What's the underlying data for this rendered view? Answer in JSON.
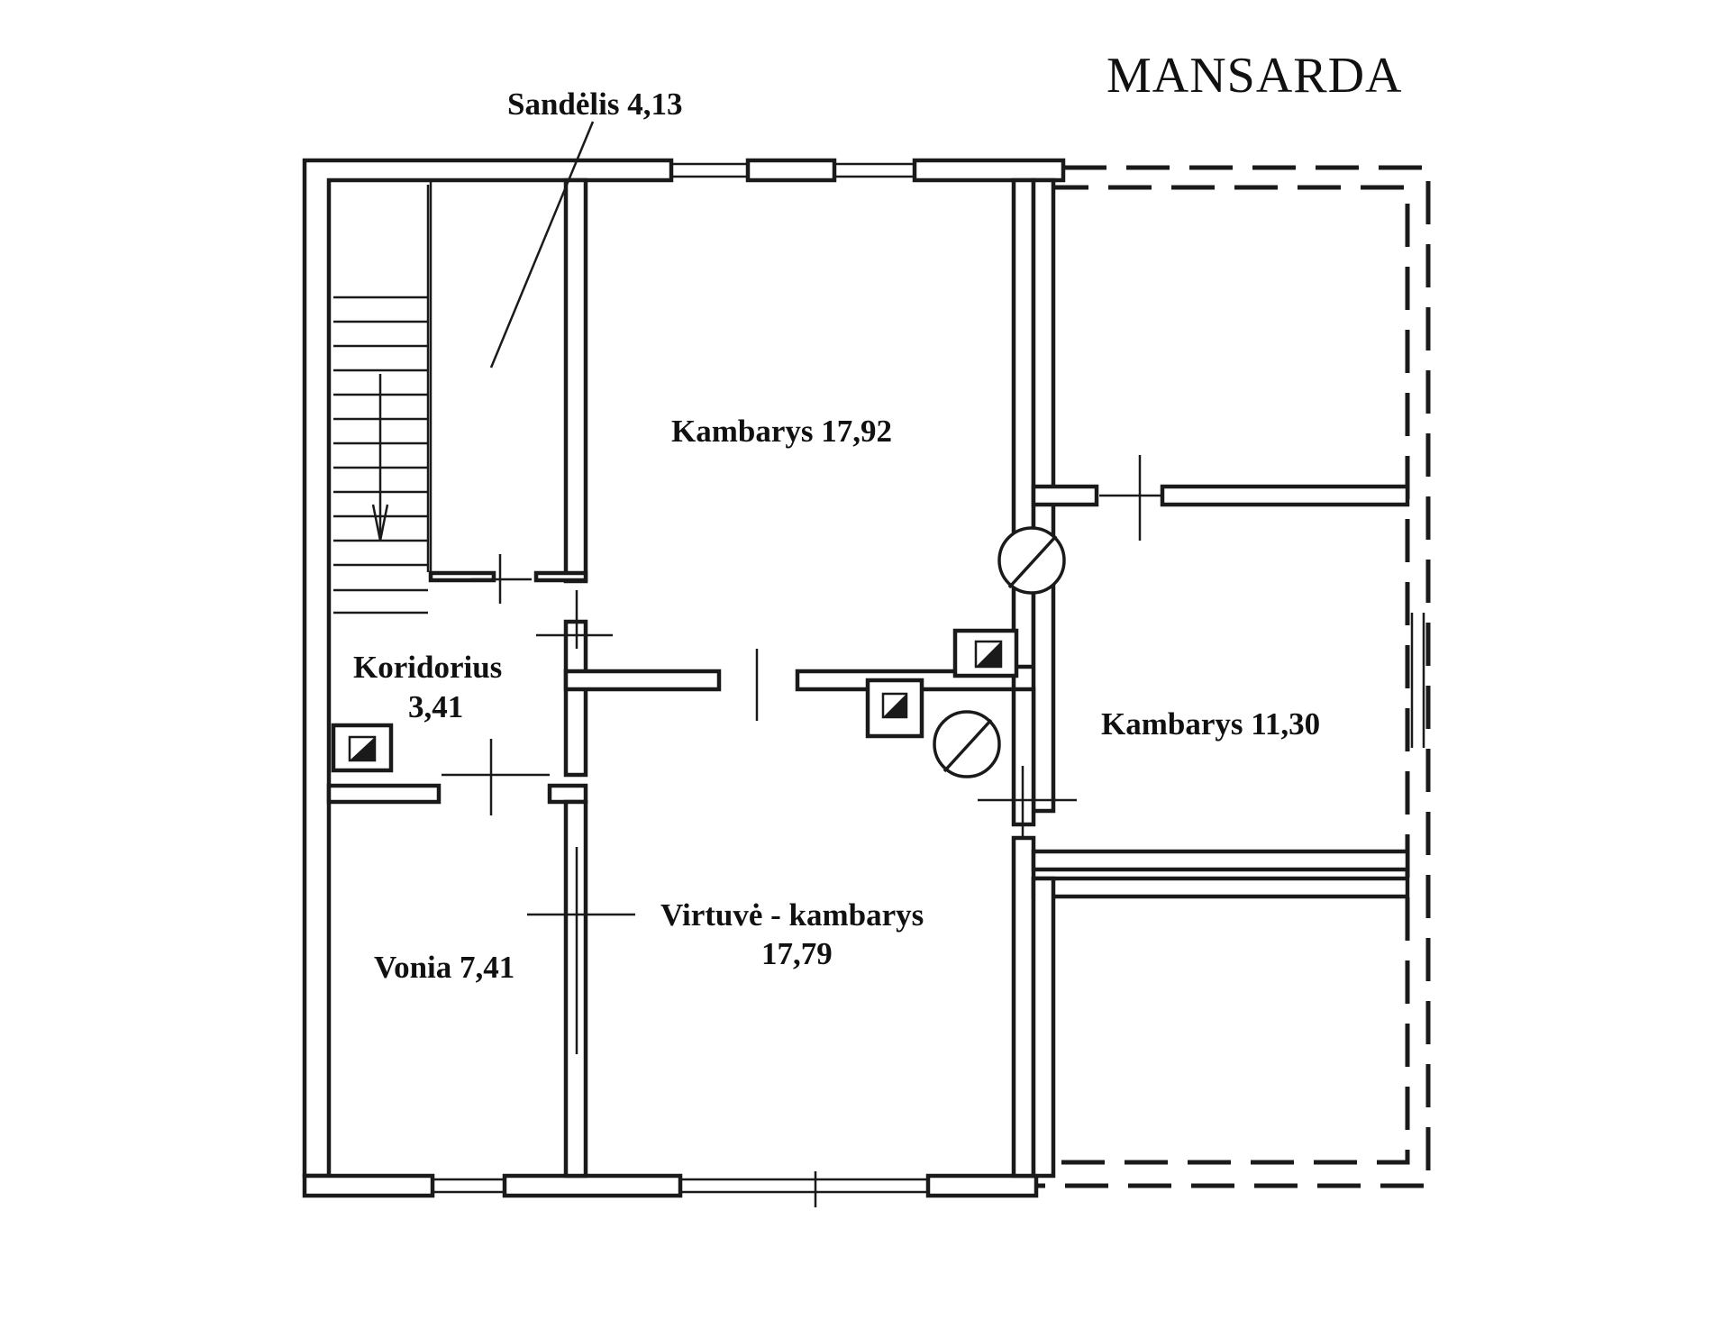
{
  "plan": {
    "title": "MANSARDA",
    "rooms": [
      {
        "id": "storage",
        "text": "Sandėlis 4,13"
      },
      {
        "id": "room1",
        "text": "Kambarys 17,92"
      },
      {
        "id": "corridor",
        "line1": "Koridorius",
        "line2": "3,41"
      },
      {
        "id": "room2",
        "text": "Kambarys 11,30"
      },
      {
        "id": "kitchen",
        "line1": "Virtuvė - kambarys",
        "line2": "17,79"
      },
      {
        "id": "bathroom",
        "text": "Vonia 7,41"
      }
    ]
  }
}
